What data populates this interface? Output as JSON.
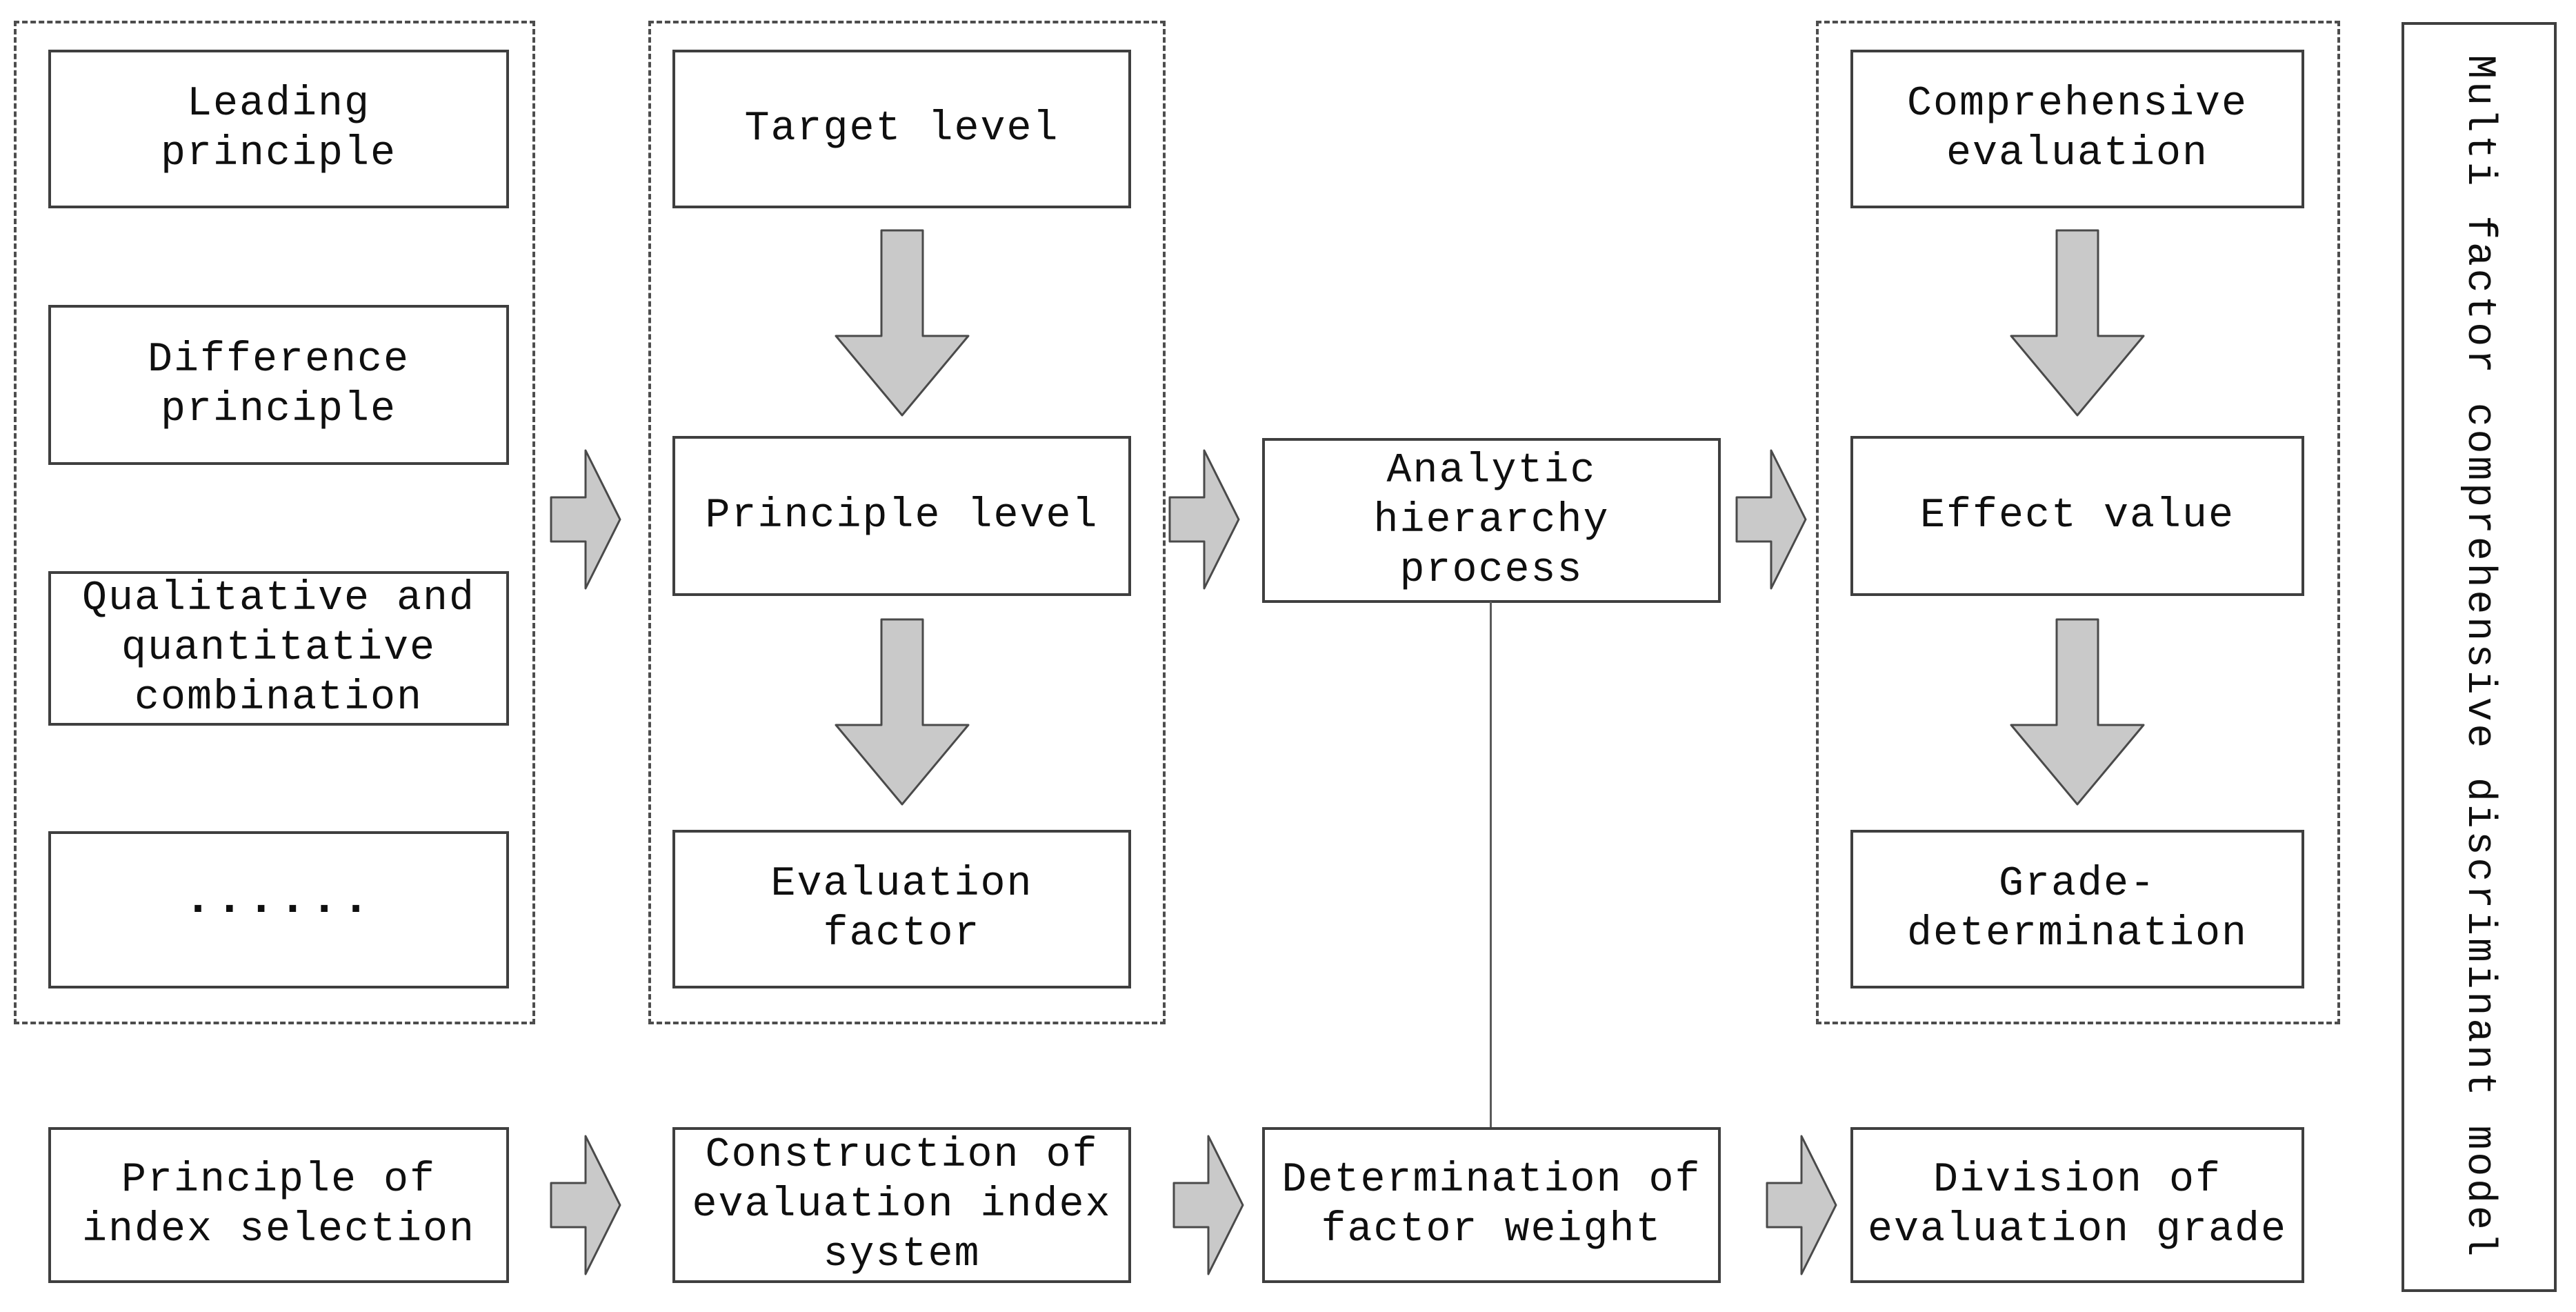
{
  "colors": {
    "page_bg": "#ffffff",
    "box_border": "#3f3f3f",
    "box_bg": "#ffffff",
    "dashed_border": "#4d4d4d",
    "arrow_fill": "#c9c9c9",
    "arrow_stroke": "#4a4a4a",
    "text": "#0f0f0f",
    "connector": "#5a5a5a"
  },
  "diagram": {
    "principles_panel": {
      "items": [
        "Leading principle",
        "Difference principle",
        "Qualitative and quantitative combination",
        "······"
      ]
    },
    "hierarchy_panel": {
      "items": [
        "Target level",
        "Principle level",
        "Evaluation factor"
      ]
    },
    "process_box": {
      "label": "Analytic hierarchy process"
    },
    "evaluation_panel": {
      "items": [
        "Comprehensive evaluation",
        "Effect value",
        "Grade-determination"
      ]
    },
    "bottom_row": {
      "items": [
        "Principle of index selection",
        "Construction of evaluation index system",
        "Determination of factor weight",
        "Division of evaluation grade"
      ]
    },
    "side_label": "Multi factor comprehensive discriminant model"
  }
}
